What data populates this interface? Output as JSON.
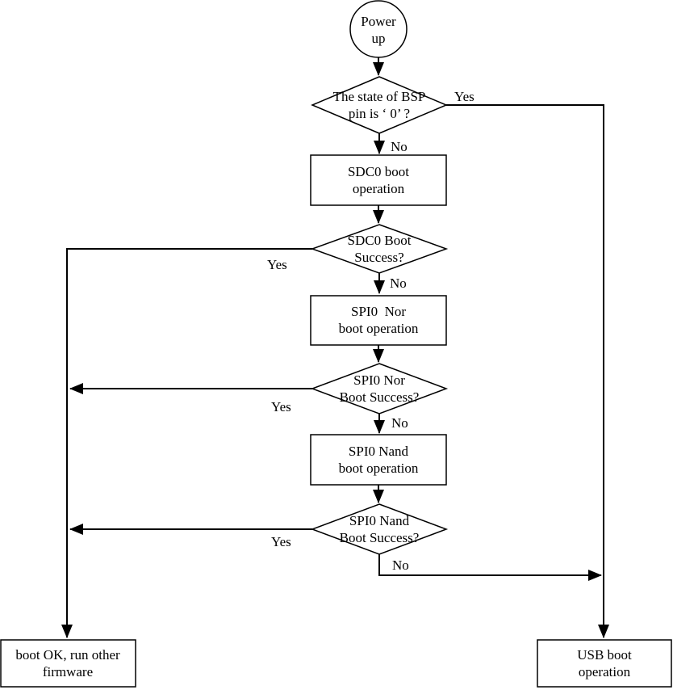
{
  "nodes": {
    "power_up": {
      "text": "Power\nup"
    },
    "bsp_pin_check": {
      "text": "The state of BSP\npin is ‘ 0’ ?"
    },
    "sdc0_boot": {
      "text": "SDC0 boot\noperation"
    },
    "sdc0_success": {
      "text": "SDC0 Boot\nSuccess?"
    },
    "spi0_nor_boot": {
      "text": "SPI0  Nor\nboot operation"
    },
    "spi0_nor_success": {
      "text": "SPI0 Nor\nBoot Success?"
    },
    "spi0_nand_boot": {
      "text": "SPI0 Nand\nboot operation"
    },
    "spi0_nand_success": {
      "text": "SPI0 Nand\nBoot Success?"
    },
    "boot_ok": {
      "text": "boot OK, run other\nfirmware"
    },
    "usb_boot": {
      "text": "USB boot operation"
    }
  },
  "edge_labels": {
    "bsp_yes": "Yes",
    "bsp_no": "No",
    "sdc0_yes": "Yes",
    "sdc0_no": "No",
    "spi0_nor_yes": "Yes",
    "spi0_nor_no": "No",
    "spi0_nand_yes": "Yes",
    "spi0_nand_no": "No"
  },
  "colors": {
    "stroke": "#000000",
    "background": "#ffffff"
  }
}
